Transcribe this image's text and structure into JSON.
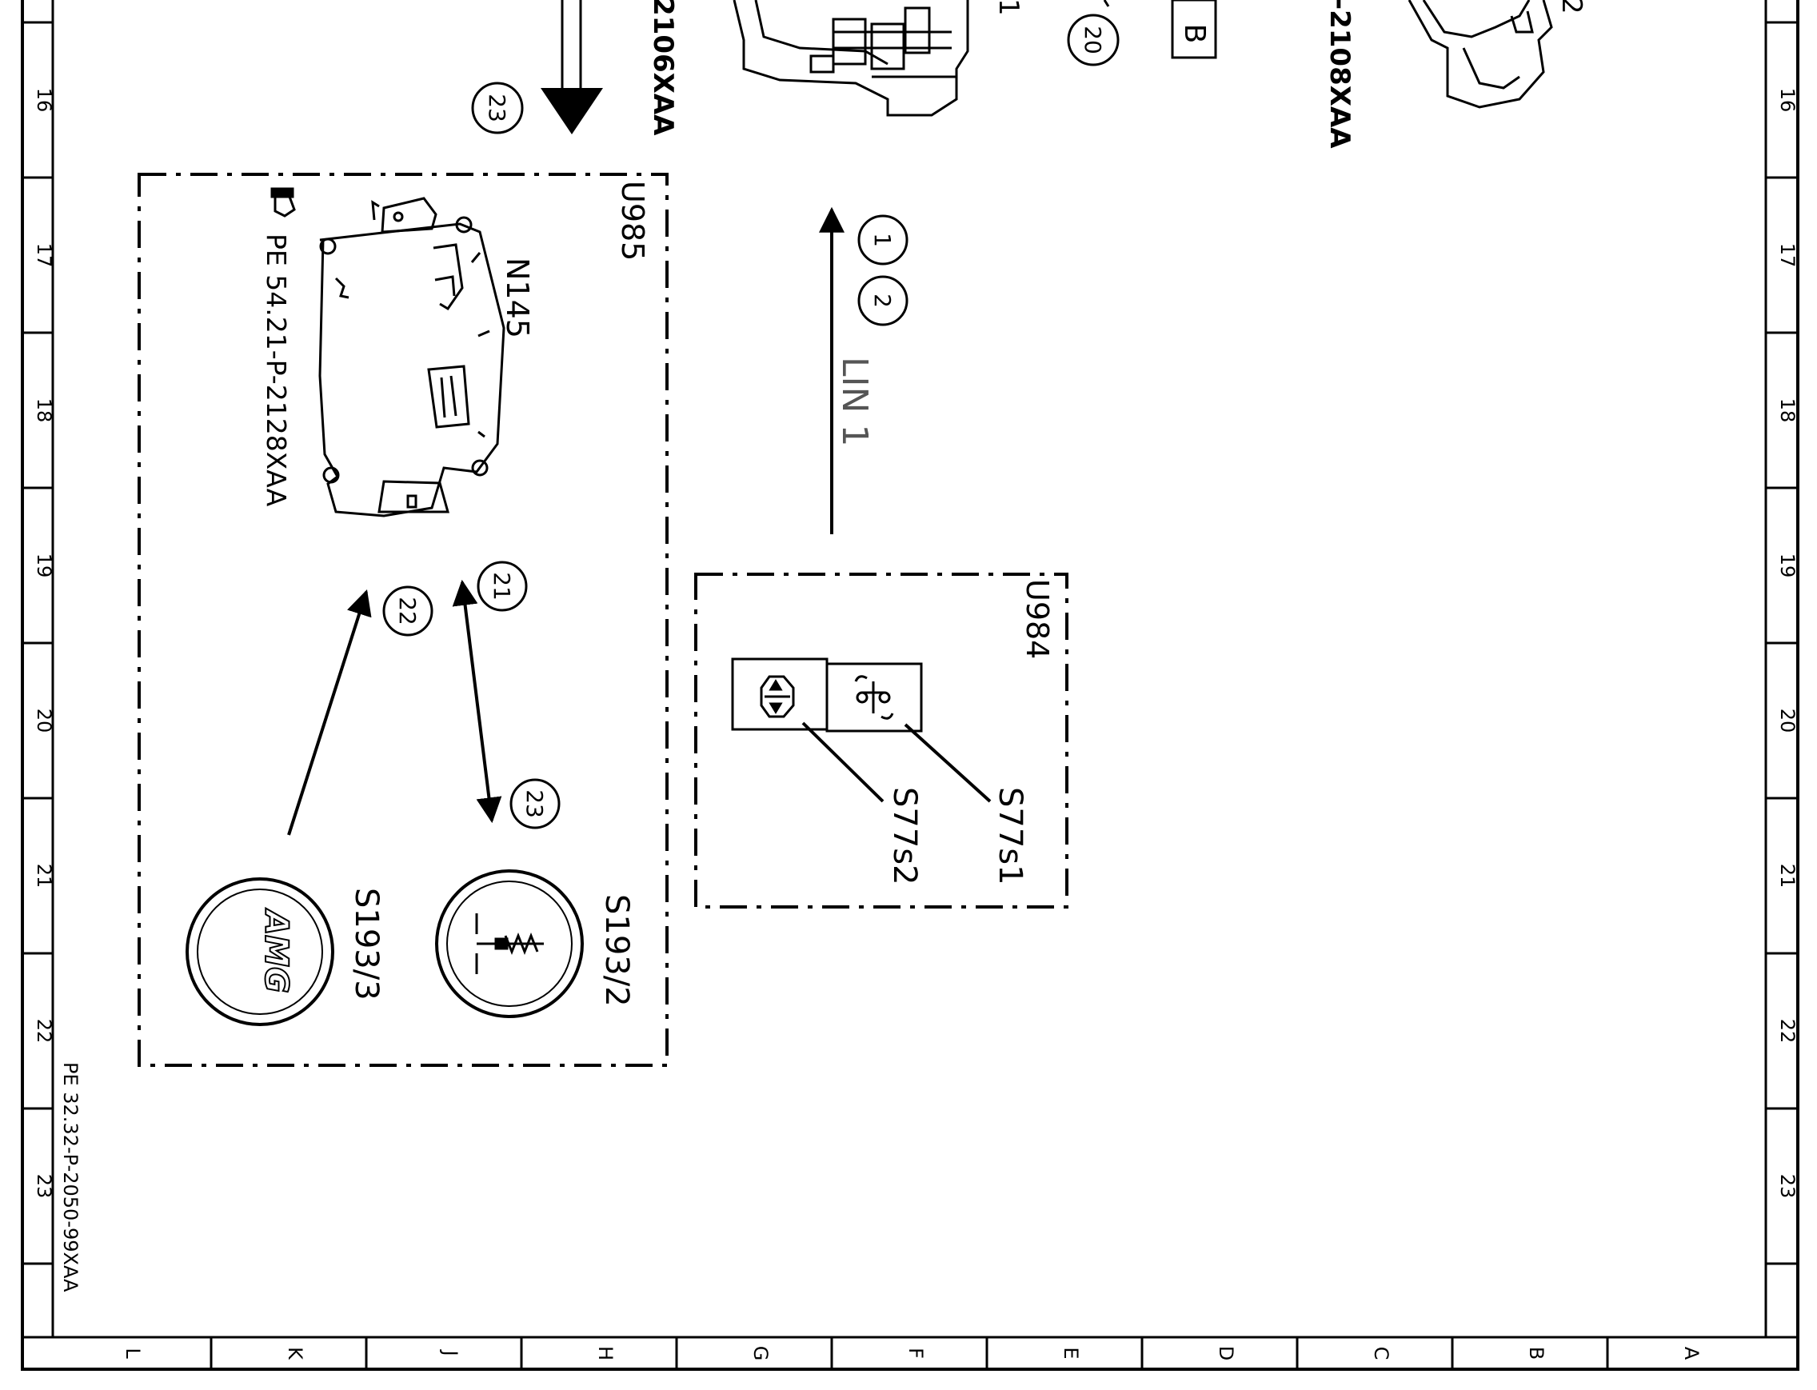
{
  "frame": {
    "row_numbers": [
      "16",
      "17",
      "18",
      "19",
      "20",
      "21",
      "22",
      "23"
    ],
    "column_letters": [
      "L",
      "K",
      "J",
      "H",
      "G",
      "F",
      "E",
      "D",
      "C",
      "B",
      "A"
    ],
    "doc_reference": "PE 32.32-P-2050-99XAA"
  },
  "top_fragments": {
    "ref_left": "2106XAA",
    "ref_right": "-2108XAA",
    "box_label": "B",
    "callout_20": "20",
    "callout_23": "23",
    "partial_digit_1": "1",
    "partial_digit_2": "2"
  },
  "unit_u985": {
    "label": "U985",
    "module_label": "N145",
    "module_ref": "PE 54.21-P-2128XAA",
    "callout_21": "21",
    "callout_22": "22",
    "callout_23": "23",
    "switch_2_label": "S193/2",
    "switch_3_label": "S193/3",
    "amg_emblem": "AMG"
  },
  "bus_link": {
    "label": "LIN 1",
    "callout_1": "1",
    "callout_2": "2"
  },
  "unit_u984": {
    "label": "U984",
    "switch_1_label": "S77s1",
    "switch_2_label": "S77s2"
  }
}
